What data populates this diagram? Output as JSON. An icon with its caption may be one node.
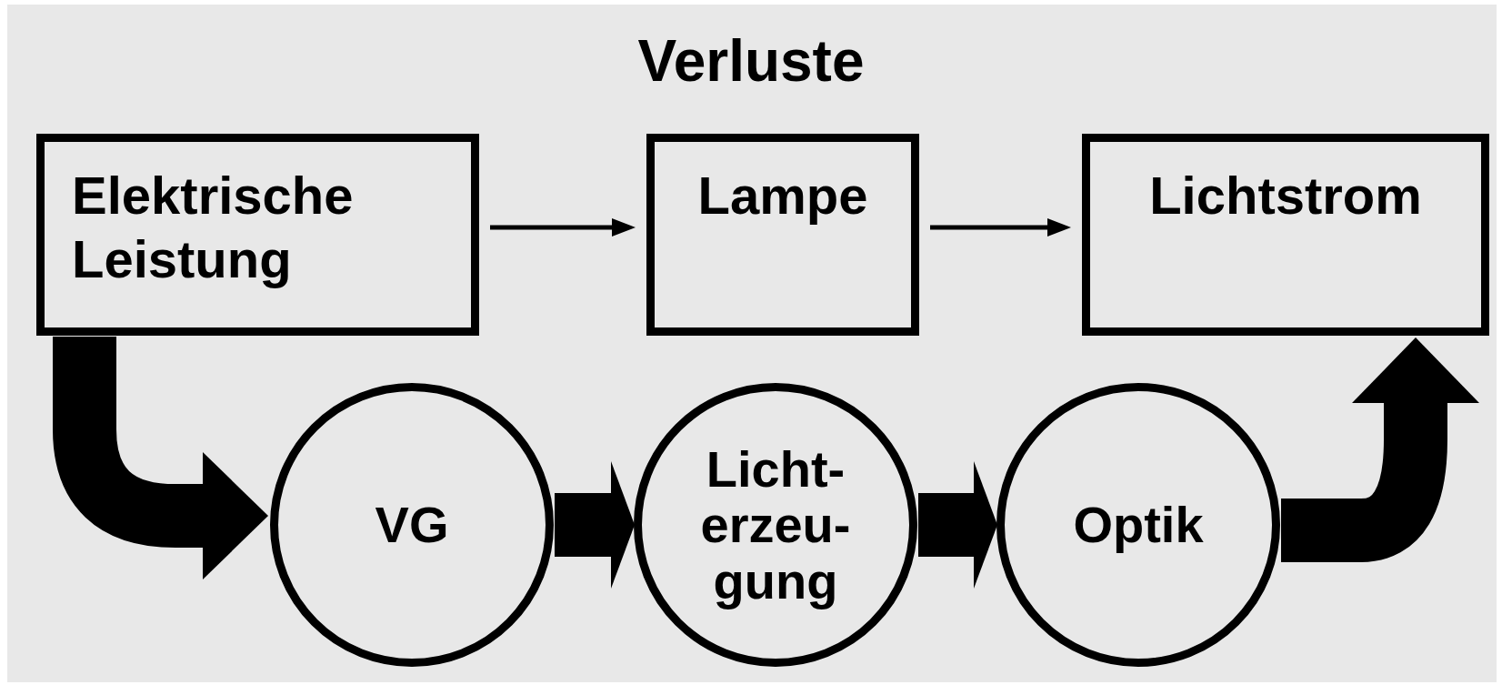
{
  "diagram": {
    "title": "Verluste",
    "nodes": [
      {
        "text": [
          "Elektrische Leistung"
        ]
      },
      {
        "text": [
          "Lampe"
        ]
      },
      {
        "text": [
          "Lichtstrom"
        ]
      },
      {
        "text": [
          "VG"
        ]
      },
      {
        "text": [
          "Licht- erzeu- gung"
        ]
      },
      {
        "text": [
          "Optik"
        ]
      }
    ],
    "edges": [
      {
        "from": 0,
        "to": 1,
        "arrow": "to"
      },
      {
        "from": 1,
        "to": 2,
        "arrow": "to"
      },
      {
        "from": 0,
        "to": 3,
        "arrow": "to"
      },
      {
        "from": 3,
        "to": 4,
        "arrow": "to"
      },
      {
        "from": 4,
        "to": 5,
        "arrow": "to"
      },
      {
        "from": 5,
        "to": 2,
        "arrow": "to"
      }
    ]
  }
}
